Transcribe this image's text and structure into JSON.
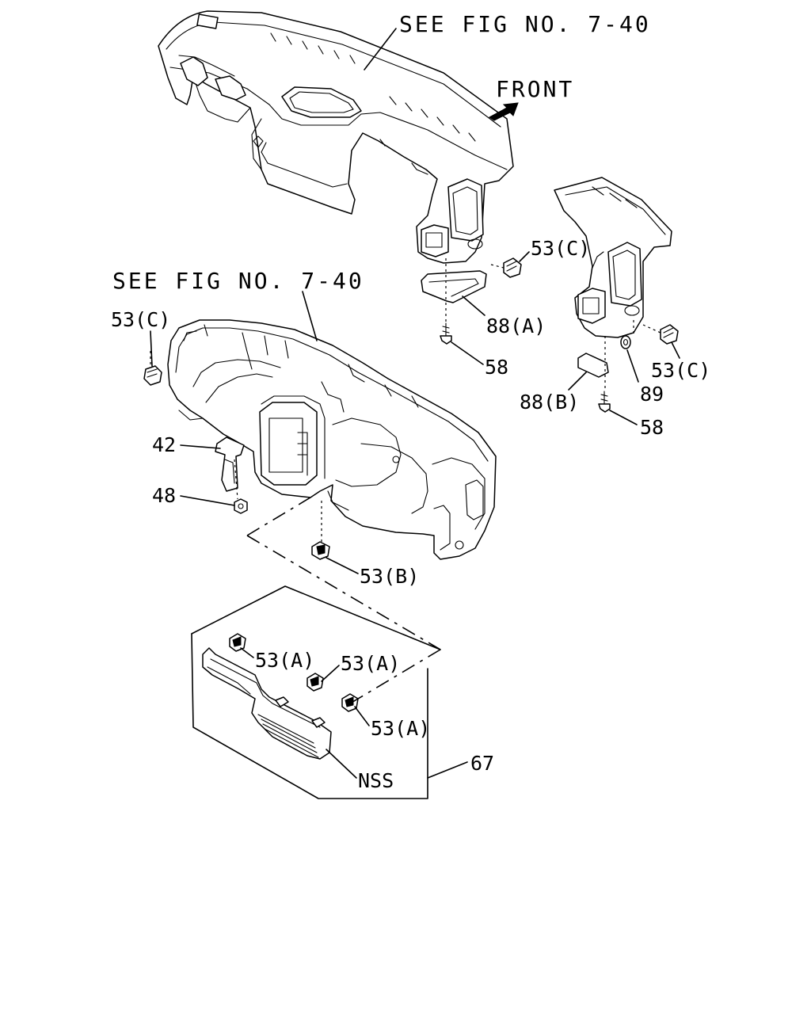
{
  "references": {
    "upper_see_fig": "SEE FIG NO. 7-40",
    "middle_see_fig": "SEE FIG NO. 7-40",
    "front": "FRONT"
  },
  "callouts": {
    "c53c_right_upper": "53(C)",
    "c53c_left": "53(C)",
    "c53c_right_lower": "53(C)",
    "c88a": "88(A)",
    "c88b": "88(B)",
    "c58_upper": "58",
    "c58_lower": "58",
    "c89": "89",
    "c42": "42",
    "c48": "48",
    "c53b": "53(B)",
    "c53a_1": "53(A)",
    "c53a_2": "53(A)",
    "c53a_3": "53(A)",
    "c67": "67",
    "nss": "NSS"
  }
}
